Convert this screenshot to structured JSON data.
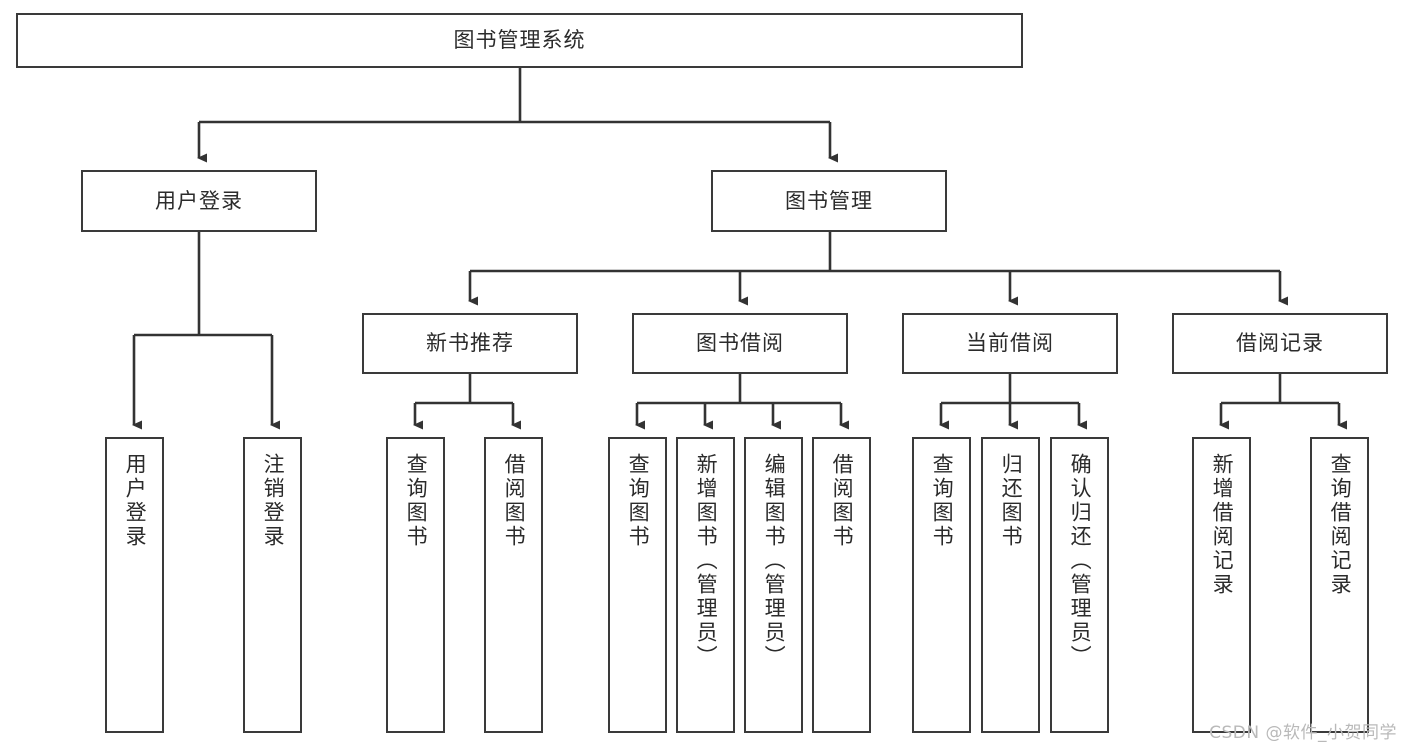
{
  "diagram": {
    "type": "tree",
    "title": "图书管理系统",
    "watermark": "CSDN @软件_小贺同学",
    "root": {
      "label": "图书管理系统"
    },
    "level2": [
      {
        "label": "用户登录"
      },
      {
        "label": "图书管理"
      }
    ],
    "level3": [
      {
        "label": "新书推荐"
      },
      {
        "label": "图书借阅"
      },
      {
        "label": "当前借阅"
      },
      {
        "label": "借阅记录"
      }
    ],
    "leaves": [
      {
        "label": "用户登录",
        "parent": "用户登录"
      },
      {
        "label": "注销登录",
        "parent": "用户登录"
      },
      {
        "label": "查询图书",
        "parent": "新书推荐"
      },
      {
        "label": "借阅图书",
        "parent": "新书推荐"
      },
      {
        "label": "查询图书",
        "parent": "图书借阅"
      },
      {
        "label": "新增图书（管理员）",
        "parent": "图书借阅"
      },
      {
        "label": "编辑图书（管理员）",
        "parent": "图书借阅"
      },
      {
        "label": "借阅图书",
        "parent": "图书借阅"
      },
      {
        "label": "查询图书",
        "parent": "当前借阅"
      },
      {
        "label": "归还图书",
        "parent": "当前借阅"
      },
      {
        "label": "确认归还（管理员）",
        "parent": "当前借阅"
      },
      {
        "label": "新增借阅记录",
        "parent": "借阅记录"
      },
      {
        "label": "查询借阅记录",
        "parent": "借阅记录"
      }
    ],
    "colors": {
      "border": "#3a3a3a",
      "text": "#2b2b2b",
      "background": "#ffffff",
      "connector": "#333333",
      "watermark": "#b9b9b9"
    }
  }
}
